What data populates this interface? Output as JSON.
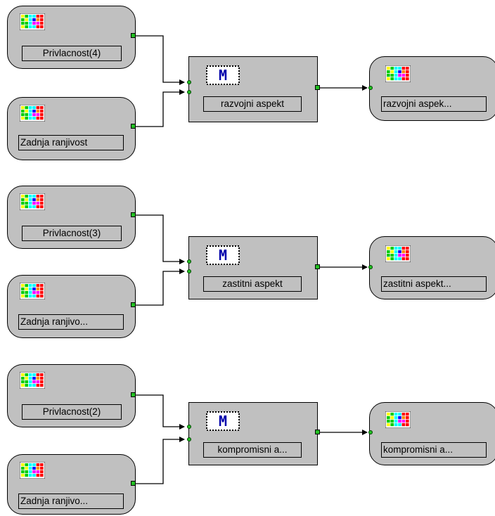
{
  "diagram": {
    "groups": [
      {
        "inputs": [
          {
            "label": "Privlacnost(4)",
            "icon": "color-grid-icon"
          },
          {
            "label": "Zadnja ranjivost",
            "icon": "color-grid-icon"
          }
        ],
        "model": {
          "label": "razvojni aspekt",
          "icon": "m-model-icon",
          "icon_text": "M"
        },
        "output": {
          "label": "razvojni aspek...",
          "icon": "color-grid-icon"
        }
      },
      {
        "inputs": [
          {
            "label": "Privlacnost(3)",
            "icon": "color-grid-icon"
          },
          {
            "label": "Zadnja ranjivo...",
            "icon": "color-grid-icon"
          }
        ],
        "model": {
          "label": "zastitni aspekt",
          "icon": "m-model-icon",
          "icon_text": "M"
        },
        "output": {
          "label": "zastitni aspekt...",
          "icon": "color-grid-icon"
        }
      },
      {
        "inputs": [
          {
            "label": "Privlacnost(2)",
            "icon": "color-grid-icon"
          },
          {
            "label": "Zadnja ranjivo...",
            "icon": "color-grid-icon"
          }
        ],
        "model": {
          "label": "kompromisni a...",
          "icon": "m-model-icon",
          "icon_text": "M"
        },
        "output": {
          "label": "kompromisni a...",
          "icon": "color-grid-icon"
        }
      }
    ],
    "colors": {
      "node_fill": "#c0c0c0",
      "port": "#22c022",
      "wire": "#000000",
      "grid_palette": [
        "#ffff00",
        "#00cc00",
        "#00ffff",
        "#ff0000",
        "#0000ff",
        "#ff00ff",
        "#ff8800"
      ]
    }
  }
}
